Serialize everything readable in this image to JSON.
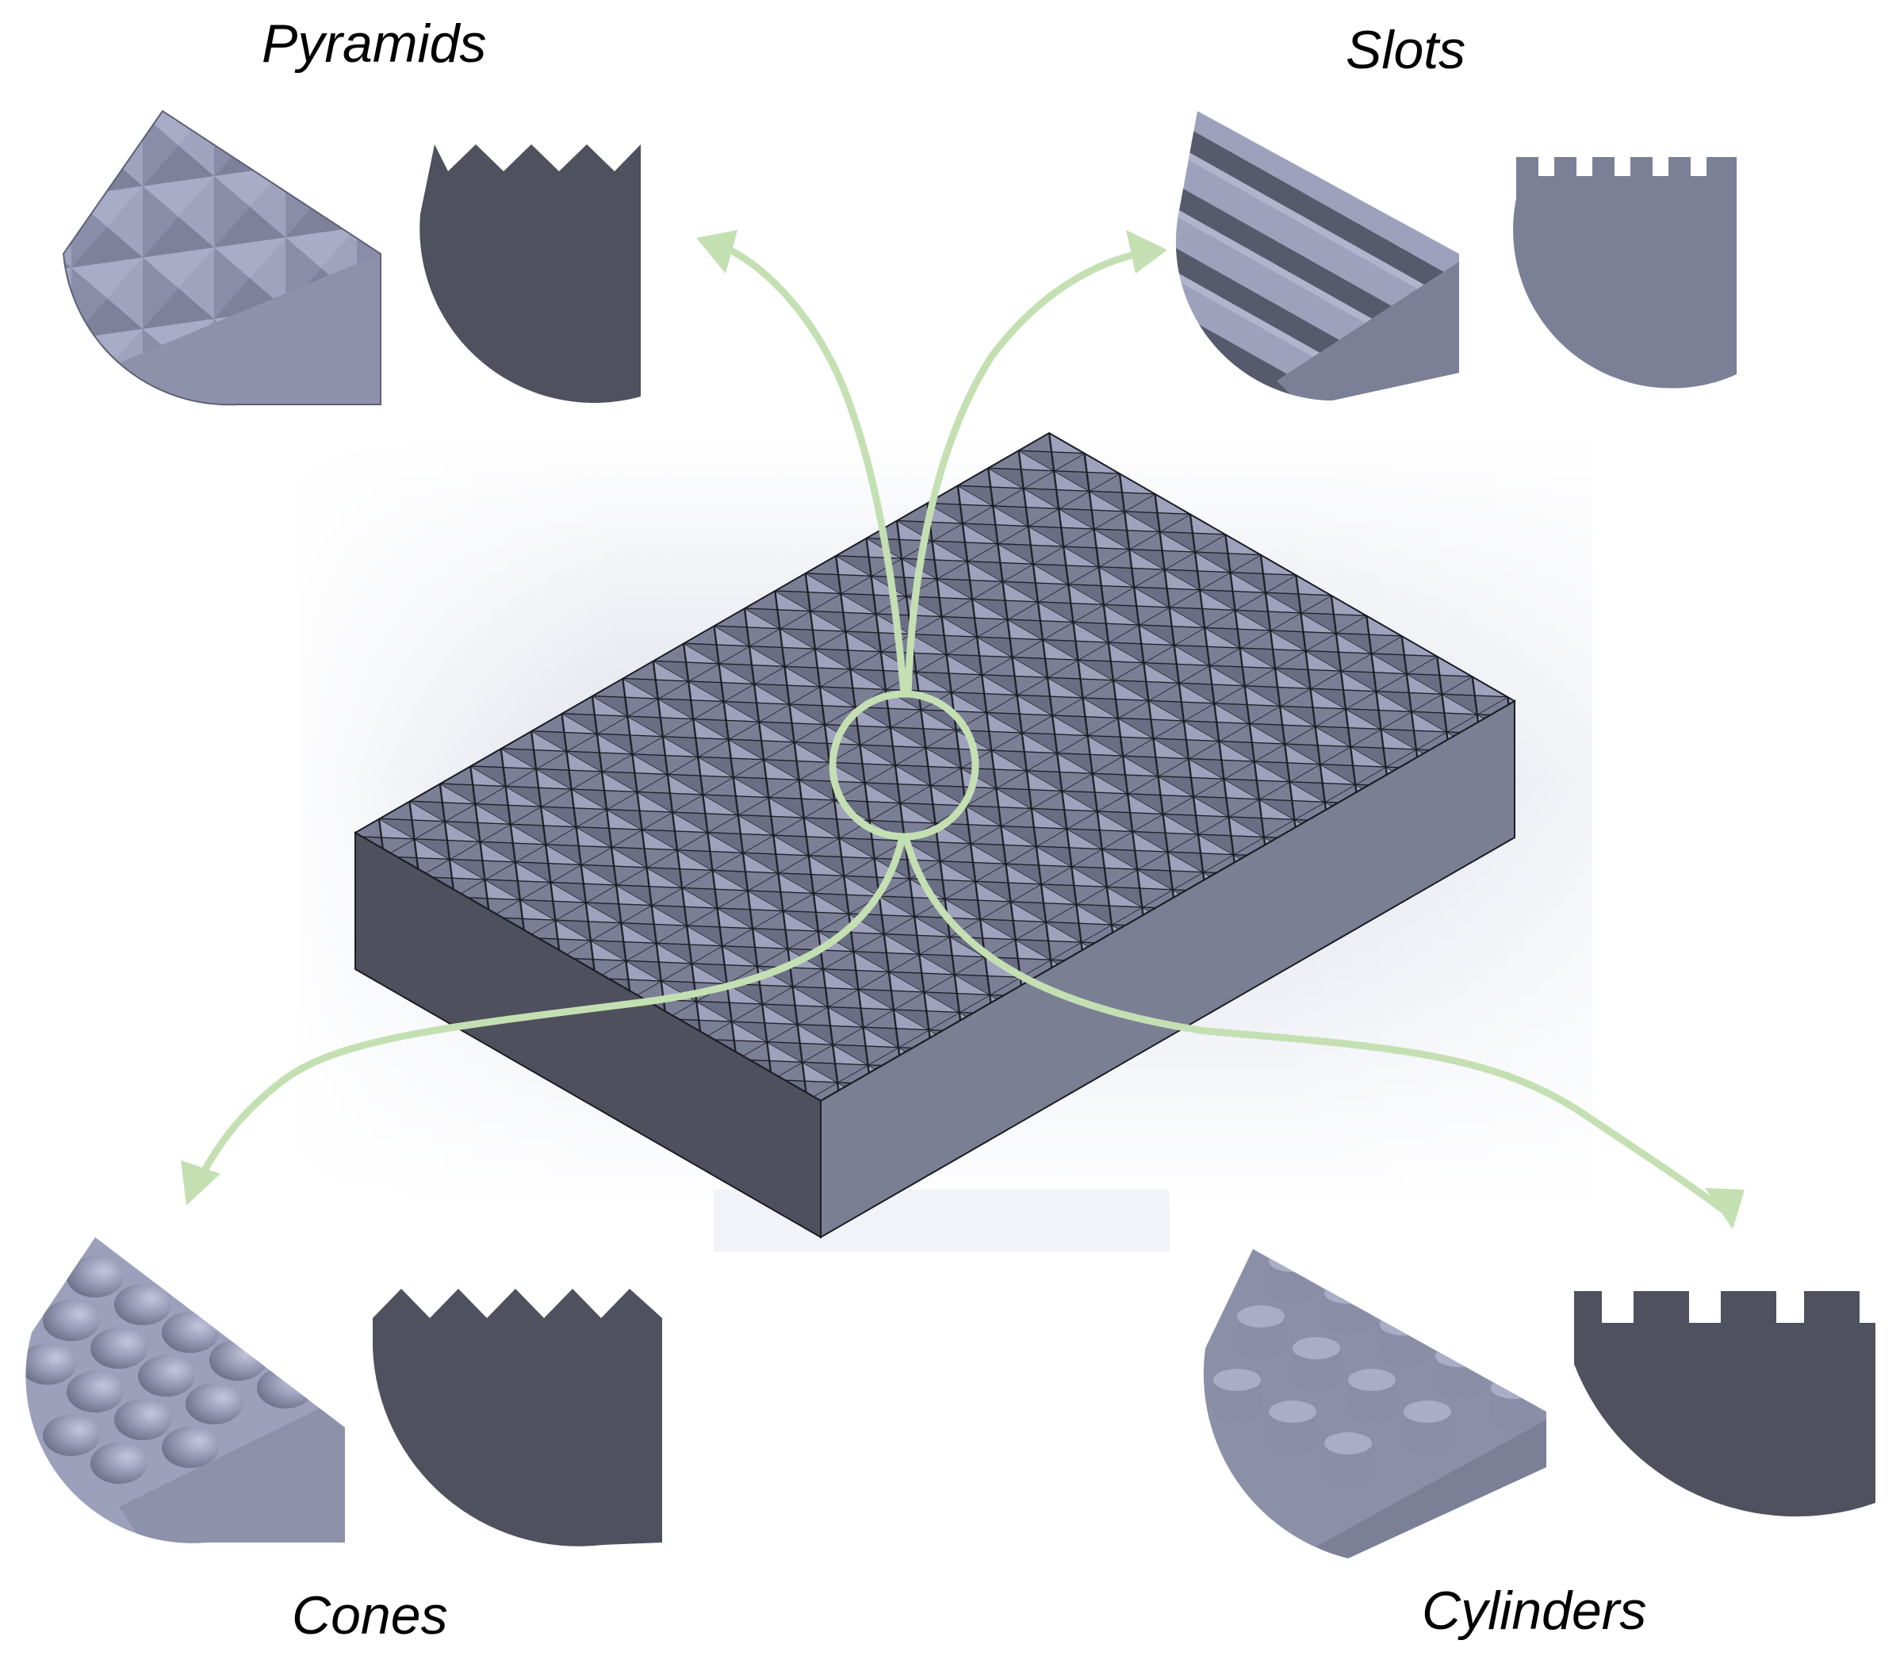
{
  "labels": {
    "pyramids": "Pyramids",
    "slots": "Slots",
    "cones": "Cones",
    "cylinders": "Cylinders"
  },
  "colors": {
    "surface_light": "#a1a4c0",
    "surface_mid": "#7c8096",
    "surface_dark": "#4f515e",
    "arrow": "#c4e0b3",
    "grid_line": "#1c1d24",
    "backdrop": "#e8eaf2"
  }
}
